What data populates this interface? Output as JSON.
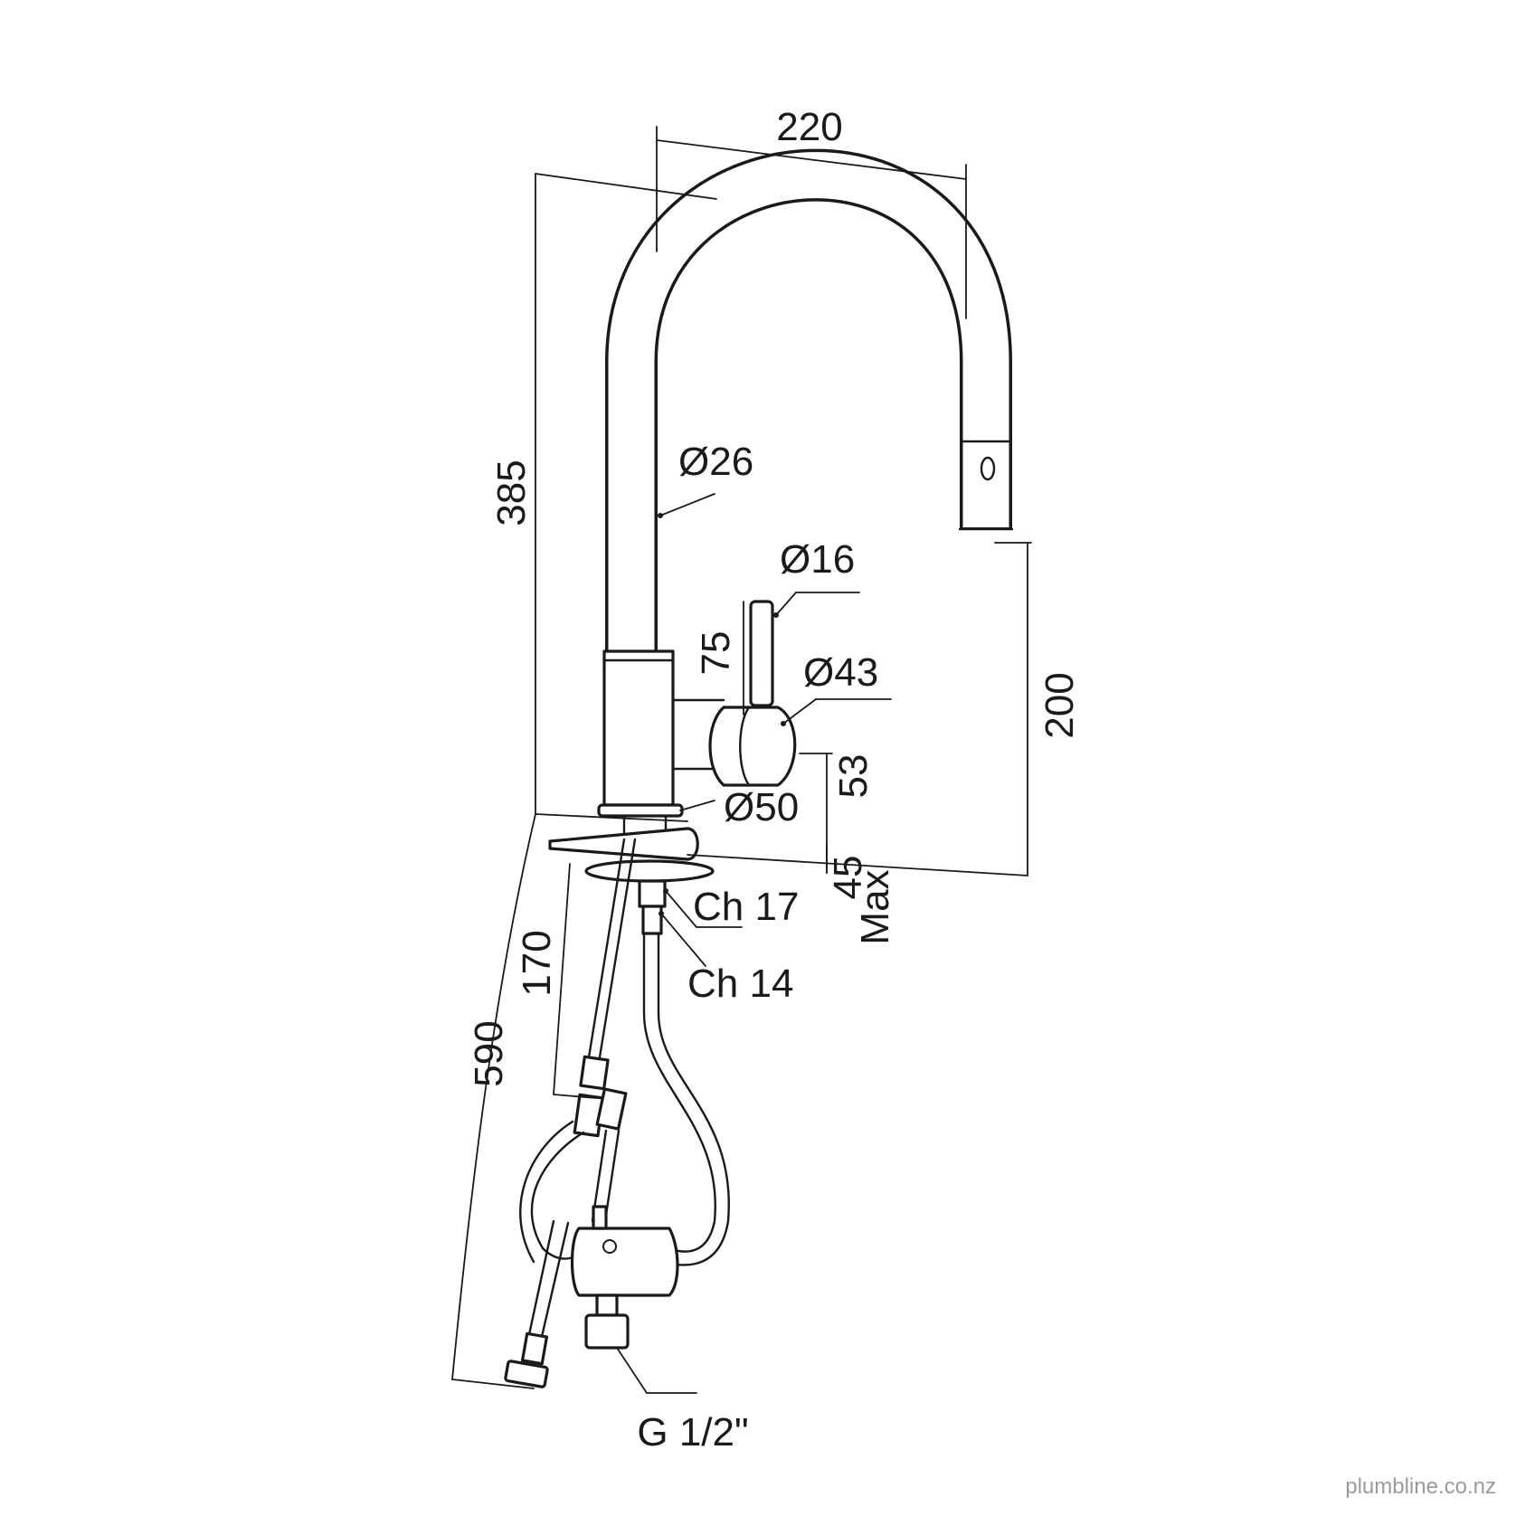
{
  "dimensions": {
    "overall_reach": "220",
    "overall_height": "385",
    "spout_diameter": "Ø26",
    "handle_diameter": "Ø16",
    "handle_length": "75",
    "body_diameter": "Ø43",
    "spout_clearance": "200",
    "handle_height": "53",
    "base_diameter": "Ø50",
    "bench_thickness": "45",
    "bench_thickness_note": "Max",
    "spanner_large": "Ch 17",
    "spanner_small": "Ch 14",
    "shank_length": "170",
    "hose_length": "590",
    "connection_thread": "G 1/2\""
  },
  "watermark": "plumbline.co.nz",
  "colors": {
    "line": "#1a1a1a",
    "background": "#ffffff",
    "watermark": "#9a9a9a"
  }
}
